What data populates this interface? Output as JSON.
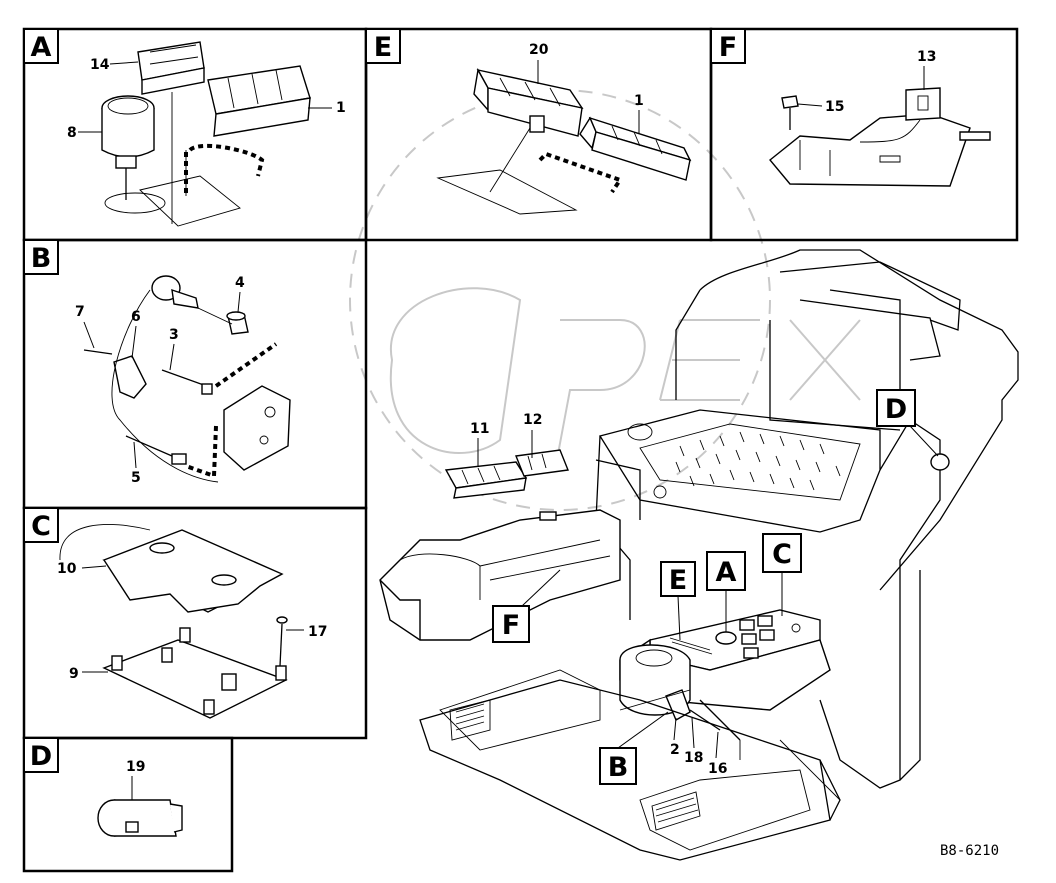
{
  "figure": {
    "code": "B8-6210",
    "watermark": "OPEX"
  },
  "panels": {
    "A": "A",
    "B": "B",
    "C": "C",
    "D": "D",
    "E": "E",
    "F": "F"
  },
  "callouts": {
    "A": "A",
    "B": "B",
    "C": "C",
    "D": "D",
    "E": "E",
    "F": "F"
  },
  "parts": {
    "p1a": "1",
    "p1e": "1",
    "p2": "2",
    "p3": "3",
    "p4": "4",
    "p5": "5",
    "p6": "6",
    "p7": "7",
    "p8": "8",
    "p9": "9",
    "p10": "10",
    "p11": "11",
    "p12": "12",
    "p13": "13",
    "p14": "14",
    "p15": "15",
    "p16": "16",
    "p17": "17",
    "p18": "18",
    "p19": "19",
    "p20": "20"
  }
}
